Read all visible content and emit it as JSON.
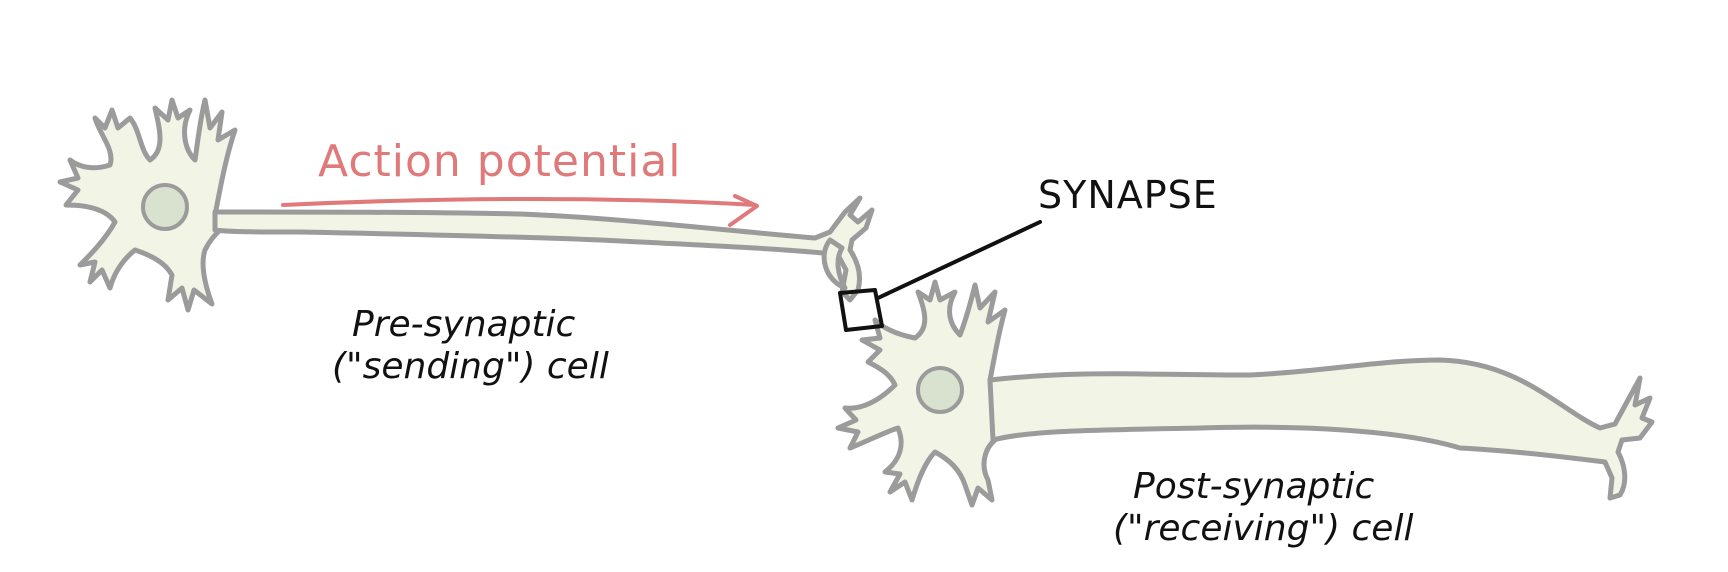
{
  "labels": {
    "action_potential": "Action potential",
    "synapse": "SYNAPSE",
    "pre_line1": "Pre-synaptic",
    "pre_line2": "(\"sending\") cell",
    "post_line1": "Post-synaptic",
    "post_line2": "(\"receiving\") cell"
  },
  "colors": {
    "background": "#ffffff",
    "cell_fill": "#f2f4e6",
    "cell_outline": "#9b9b9b",
    "nucleus_fill": "#d9e2cf",
    "arrow": "#e07a7a",
    "text": "#111111"
  }
}
